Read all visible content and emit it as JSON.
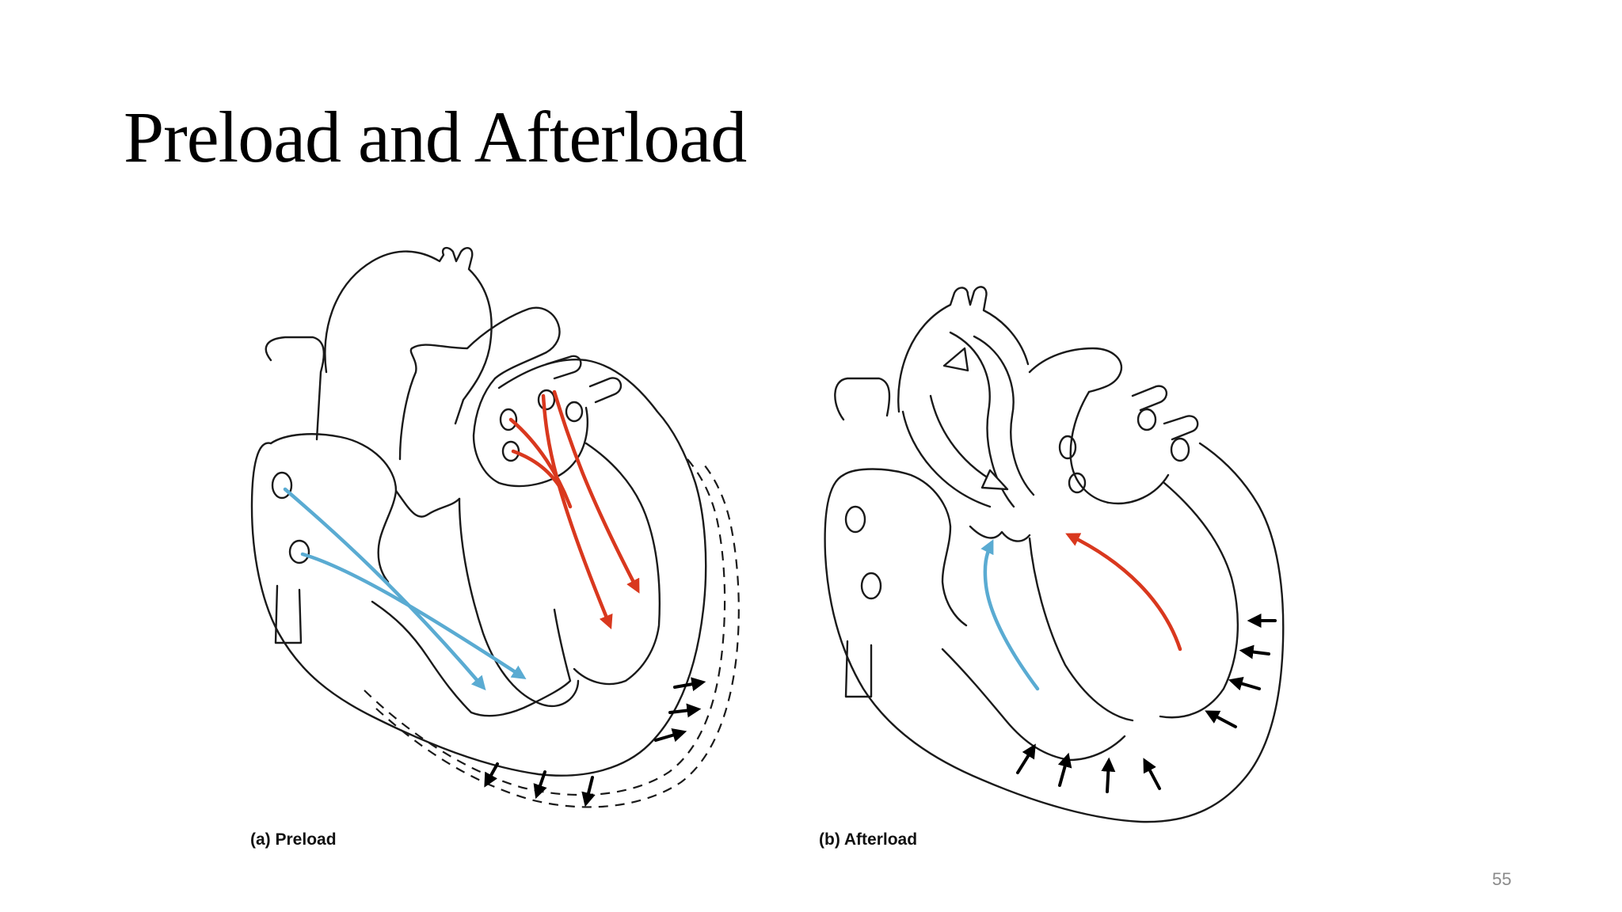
{
  "slide": {
    "title": "Preload and Afterload",
    "page_number": "55"
  },
  "figure": {
    "panels": [
      {
        "caption": "(a)  Preload",
        "icon": "heart-preload-diagram"
      },
      {
        "caption": "(b)  Afterload",
        "icon": "heart-afterload-diagram"
      }
    ],
    "colors": {
      "deoxygenated_flow": "#5aabd2",
      "oxygenated_flow": "#d9381e",
      "outline": "#1a1a1a",
      "force_arrows": "#000000"
    }
  }
}
